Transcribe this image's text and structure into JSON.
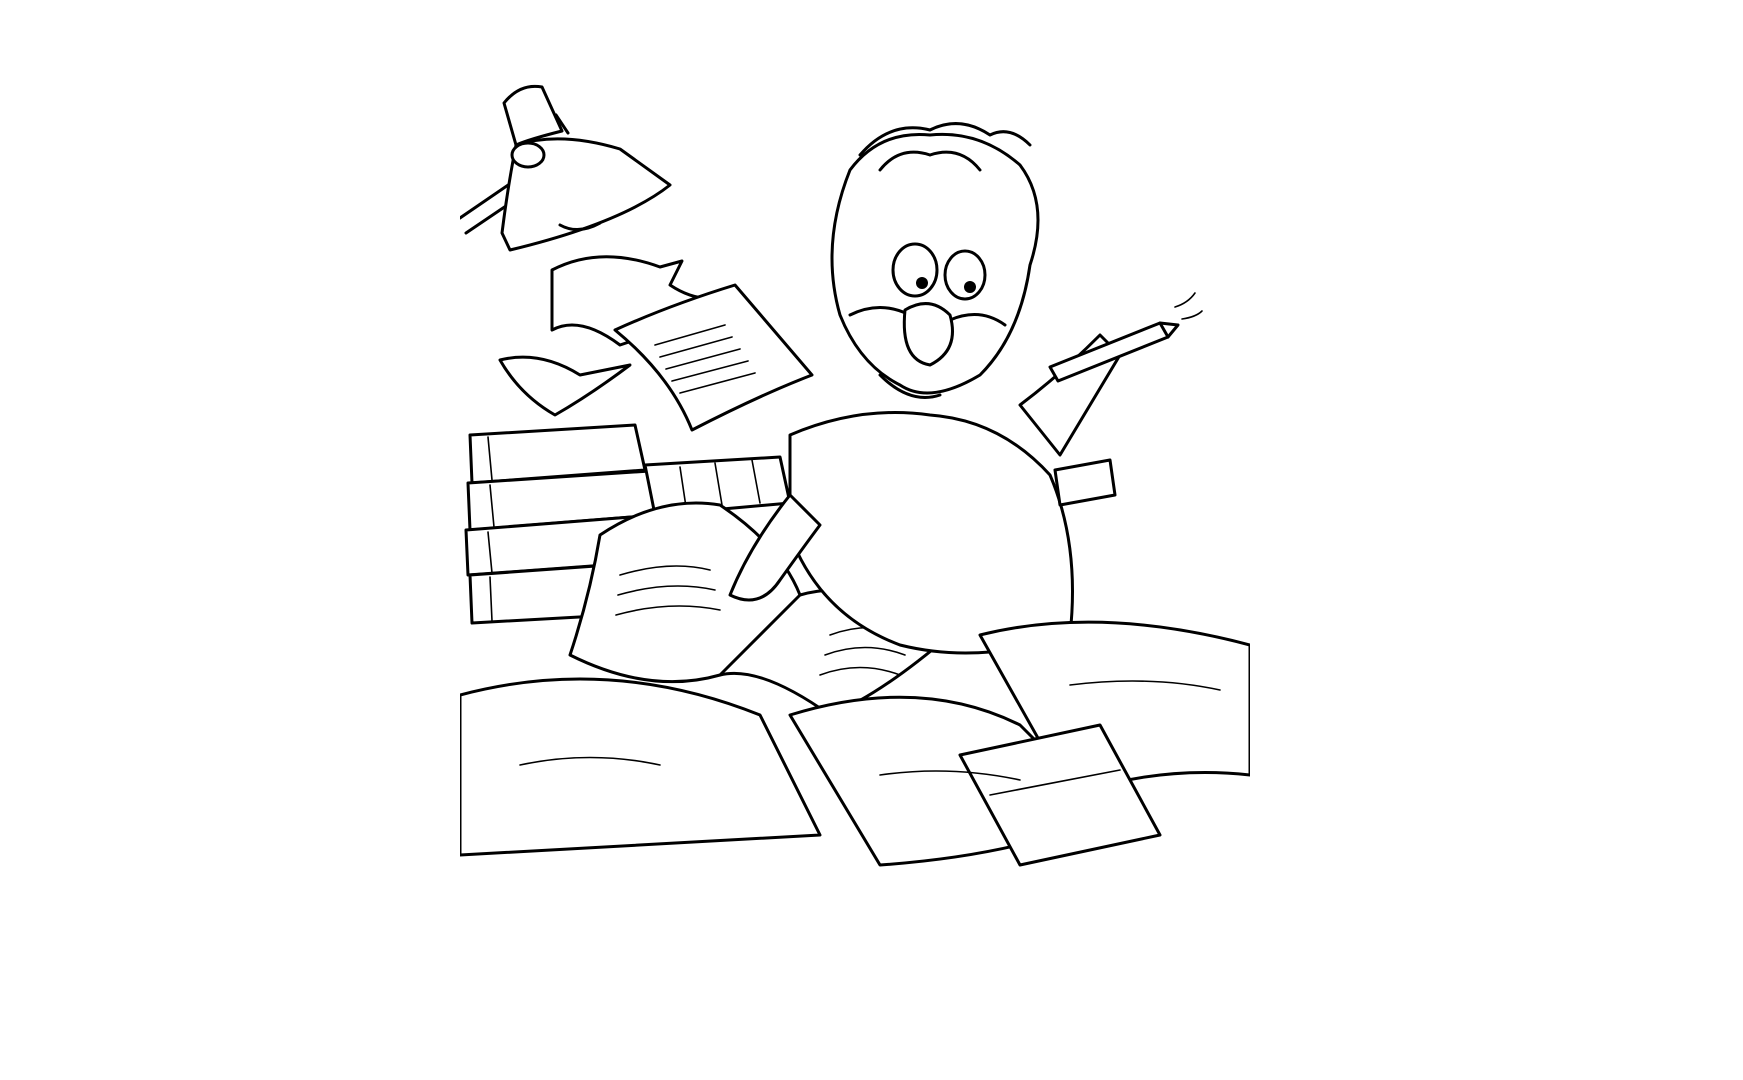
{
  "canvas": {
    "background": "#ffffff",
    "line_color": "#000000"
  },
  "illustration": {
    "style": "black-and-white line art",
    "elements": [
      "desk-lamp",
      "flying-papers",
      "book-stacks",
      "open-book",
      "scholar",
      "glasses",
      "pencil",
      "paper-pile"
    ]
  }
}
